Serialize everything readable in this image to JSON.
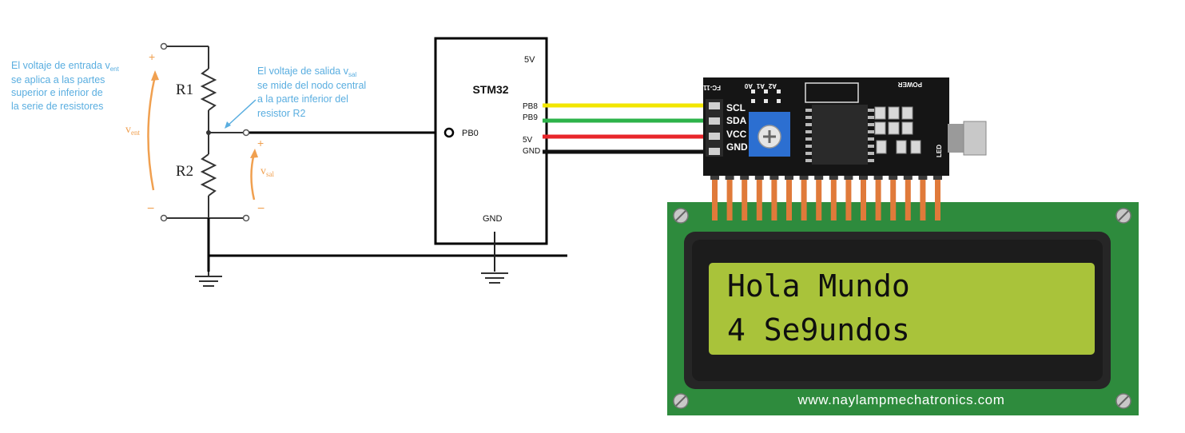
{
  "circuit": {
    "input_note": [
      "El voltaje de entrada v",
      "ent",
      "se aplica a las partes",
      "superior e inferior de",
      "la serie de resistores"
    ],
    "output_note": [
      "El voltaje de salida v",
      "sal",
      "se mide del nodo central",
      "a la parte inferior del",
      "resistor R2"
    ],
    "r1_label": "R1",
    "r2_label": "R2",
    "vent_label": [
      "v",
      "ent"
    ],
    "vsal_label": [
      "v",
      "sal"
    ],
    "plus_sign": "+",
    "minus_sign": "−"
  },
  "mcu": {
    "name": "STM32",
    "pin_5v_top": "5V",
    "pin_pb8": "PB8",
    "pin_pb9": "PB9",
    "pin_pb0": "PB0",
    "pin_5v": "5V",
    "pin_gnd_right": "GND",
    "pin_gnd_bottom": "GND"
  },
  "i2c_module": {
    "silk_model": "FC-113",
    "silk_power": "POWER",
    "silk_a0": "A0",
    "silk_a1": "A1",
    "silk_a2": "A2",
    "silk_led": "LED",
    "pins": [
      "SCL",
      "SDA",
      "VCC",
      "GND"
    ]
  },
  "lcd": {
    "line1": "Hola Mundo",
    "line2": "4 Se9undos",
    "footer": "www.naylampmechatronics.com"
  },
  "colors": {
    "wire_scl": "#f2e600",
    "wire_sda": "#2db34a",
    "wire_vcc": "#e8252a",
    "wire_gnd": "#111111",
    "annotation_orange": "#f0a050",
    "annotation_blue": "#5aaee0",
    "lcd_board": "#2e8b3d",
    "lcd_screen": "#a9c33a",
    "header_pin": "#e07a3a"
  }
}
